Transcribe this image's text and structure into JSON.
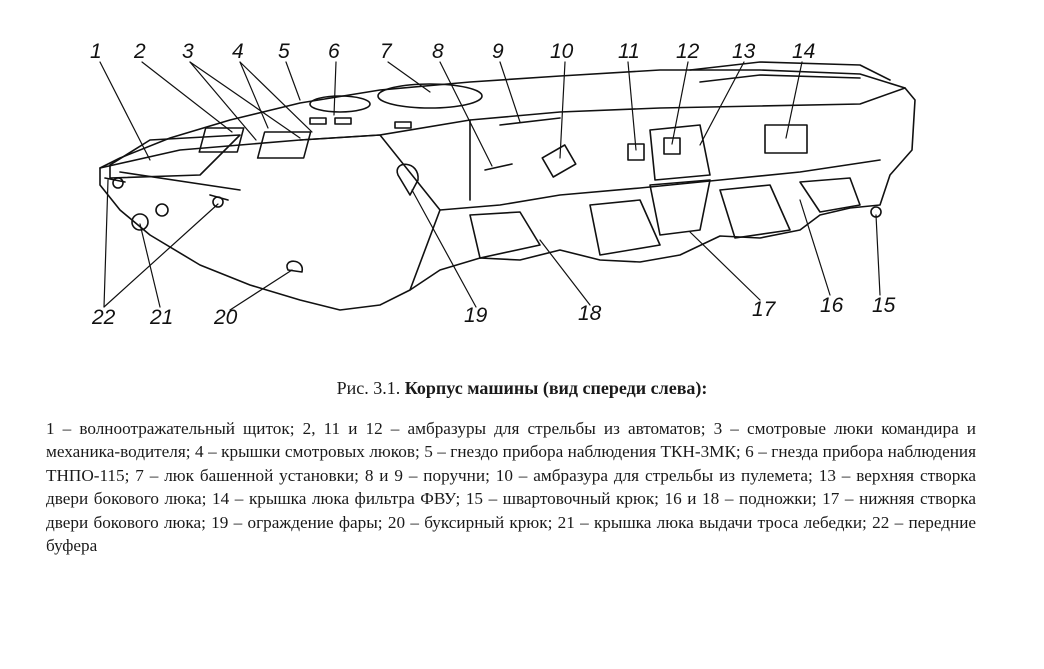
{
  "figure": {
    "callouts": [
      "1",
      "2",
      "3",
      "4",
      "5",
      "6",
      "7",
      "8",
      "9",
      "10",
      "11",
      "12",
      "13",
      "14",
      "15",
      "16",
      "17",
      "18",
      "19",
      "20",
      "21",
      "22"
    ]
  },
  "caption": {
    "prefix": "Рис. 3.1.",
    "title": "Корпус машины (вид спереди слева):"
  },
  "legend": [
    "1 – волноотражательный щиток;",
    "2, 11 и 12 – амбразуры для стрельбы из автоматов;",
    "3 – смотровые люки командира и механика-водителя;",
    "4 – крышки смотровых люков;",
    "5 – гнездо прибора наблюдения ТКН-3МК;",
    "6 – гнезда прибора наблюдения ТНПО-115;",
    "7 – люк башенной установки;",
    "8 и 9 – поручни;",
    "10 – амбразура для стрельбы из пулемета;",
    "13 – верхняя створка двери бокового люка;",
    "14 – крышка люка фильтра ФВУ;",
    "15 – швартовочный крюк;",
    "16 и 18 – подножки;",
    "17 – нижняя створка двери бокового люка;",
    "19 – ограждение фары;",
    "20 – буксирный крюк;",
    "21 – крышка люка выдачи троса лебедки;",
    "22 – передние буфера"
  ]
}
